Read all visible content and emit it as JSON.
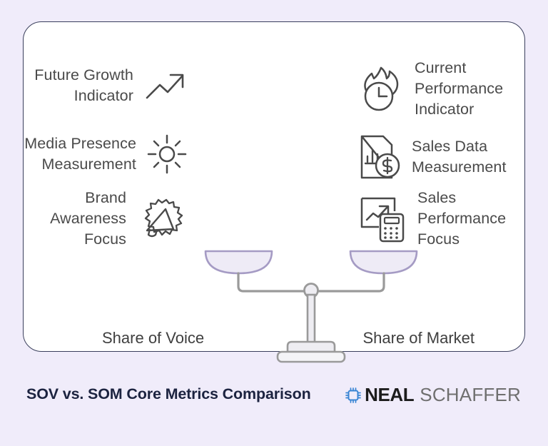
{
  "page": {
    "background_color": "#f0ecfa",
    "card_background": "#ffffff",
    "card_border_color": "#3a3f5c"
  },
  "card": {
    "left_column": [
      {
        "label": "Future Growth\nIndicator",
        "icon": "trending-up-arrow-icon"
      },
      {
        "label": "Media Presence\nMeasurement",
        "icon": "sun-brightness-icon"
      },
      {
        "label": "Brand\nAwareness\nFocus",
        "icon": "megaphone-burst-icon"
      }
    ],
    "right_column": [
      {
        "label": "Current\nPerformance\nIndicator",
        "icon": "flame-clock-icon"
      },
      {
        "label": "Sales Data\nMeasurement",
        "icon": "document-chart-dollar-icon"
      },
      {
        "label": "Sales\nPerformance\nFocus",
        "icon": "chart-calculator-icon"
      }
    ],
    "scale": {
      "icon": "balance-scale-icon",
      "pan_fill_color": "#eeebf6",
      "pan_border_color": "#a59bc4",
      "frame_color": "#9a9a9a",
      "left_caption": "Share of Voice",
      "right_caption": "Share of Market"
    }
  },
  "footer": {
    "title": "SOV vs. SOM Core Metrics Comparison",
    "title_color": "#1c2340",
    "brand": {
      "mark_icon": "neal-schaffer-chip-icon",
      "mark_color": "#3a86d4",
      "name_primary": "NEAL",
      "name_secondary": "SCHAFFER"
    }
  }
}
